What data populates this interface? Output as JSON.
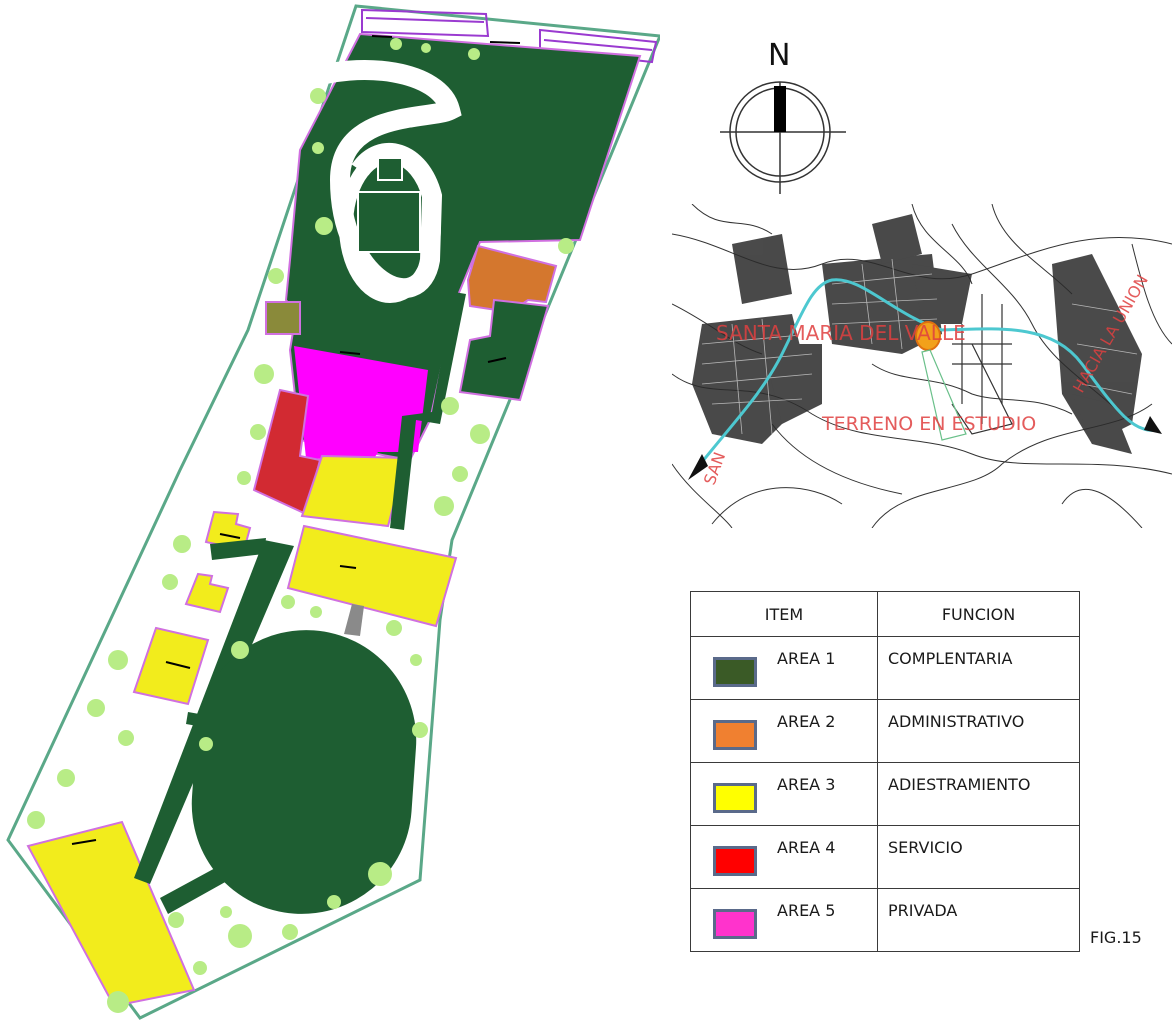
{
  "compass": {
    "north_label": "N"
  },
  "vicinity_map": {
    "labels": {
      "city": "SANTA MARIA DEL VALLE",
      "site": "TERRENO EN ESTUDIO",
      "to_union": "HACIA LA UNION",
      "to_san": "SAN"
    }
  },
  "legend": {
    "headers": {
      "item": "ITEM",
      "funcion": "FUNCION"
    },
    "rows": [
      {
        "area": "AREA 1",
        "funcion": "COMPLENTARIA",
        "color": "#3a5a26"
      },
      {
        "area": "AREA 2",
        "funcion": "ADMINISTRATIVO",
        "color": "#f08030"
      },
      {
        "area": "AREA 3",
        "funcion": "ADIESTRAMIENTO",
        "color": "#ffff00"
      },
      {
        "area": "AREA 4",
        "funcion": "SERVICIO",
        "color": "#ff0000"
      },
      {
        "area": "AREA 5",
        "funcion": "PRIVADA",
        "color": "#ff33cc"
      }
    ]
  },
  "figure_label": "FIG.15",
  "plan_colors": {
    "complementaria": "#1e5e32",
    "administrativo": "#d4772e",
    "adiestramiento": "#f2ec1c",
    "servicio": "#d22a32",
    "privada": "#ff00ff",
    "olive": "#8a8a3a",
    "tree": "#b8ec86",
    "outline": "#5aa888",
    "walk": "#8a8a8a"
  }
}
